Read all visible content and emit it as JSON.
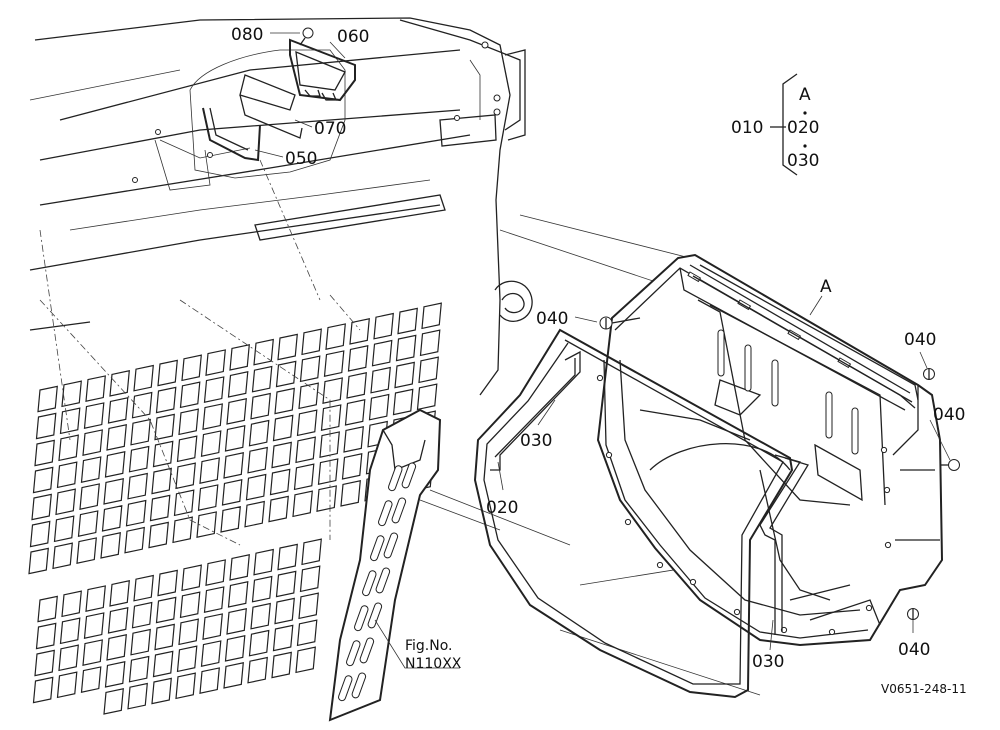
{
  "callouts": {
    "c080": "080",
    "c060": "060",
    "c070": "070",
    "c050": "050",
    "c040_left": "040",
    "c040_right_top": "040",
    "c040_right_mid": "040",
    "c040_right_bottom": "040",
    "c030_upper": "030",
    "c030_lower": "030",
    "c020": "020",
    "label_a": "A"
  },
  "legend": {
    "group": "010",
    "top": "A",
    "mid": "020",
    "bottom": "030"
  },
  "fig": {
    "label": "Fig.No.",
    "number": "N110XX"
  },
  "drawing_id": "V0651-248-11",
  "colors": {
    "line": "#222222",
    "background": "#ffffff"
  }
}
